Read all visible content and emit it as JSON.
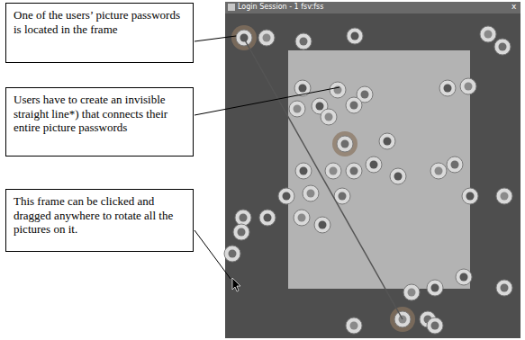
{
  "diagram": {
    "nodes": [
      {
        "text": [
          "One of the users’ picture passwords is located in the frame"
        ]
      },
      {
        "text": [
          "Users have to create an invisible straight line*) that connects their entire picture passwords"
        ]
      },
      {
        "text": [
          "This frame can be clicked and dragged anywhere to rotate all the pictures on it."
        ]
      }
    ],
    "labels": [
      "Login Session - 1 fsv:fss",
      "x"
    ]
  }
}
